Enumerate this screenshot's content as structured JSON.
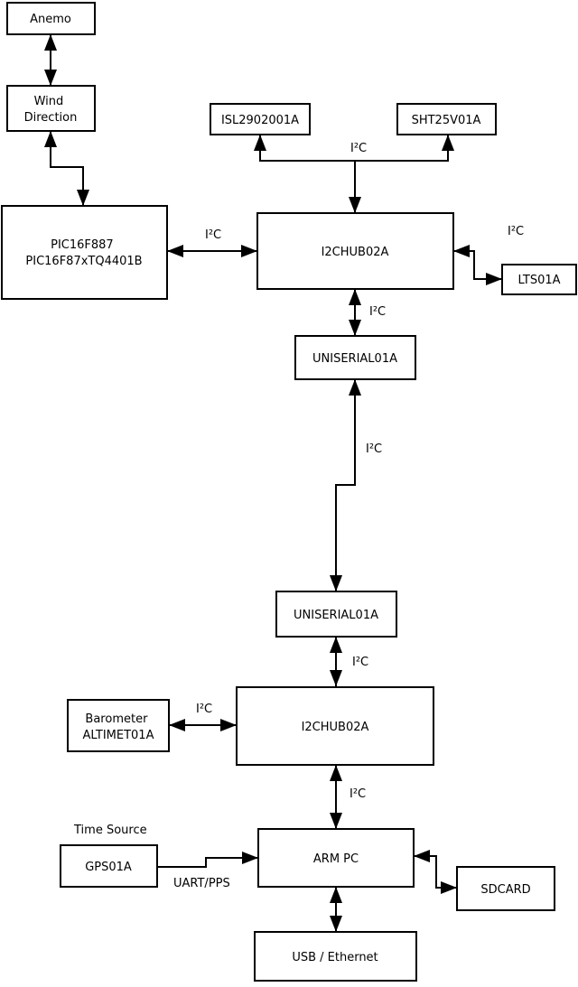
{
  "nodes": {
    "anemo": {
      "label": "Anemo"
    },
    "wind_direction": {
      "line1": "Wind",
      "line2": "Direction"
    },
    "pic": {
      "line1": "PIC16F887",
      "line2": "PIC16F87xTQ4401B"
    },
    "isl": {
      "label": "ISL2902001A"
    },
    "sht": {
      "label": "SHT25V01A"
    },
    "i2chub1": {
      "label": "I2CHUB02A"
    },
    "lts": {
      "label": "LTS01A"
    },
    "uniserial1": {
      "label": "UNISERIAL01A"
    },
    "uniserial2": {
      "label": "UNISERIAL01A"
    },
    "i2chub2": {
      "label": "I2CHUB02A"
    },
    "barometer": {
      "line1": "Barometer",
      "line2": "ALTIMET01A"
    },
    "gps": {
      "label": "GPS01A"
    },
    "armpc": {
      "label": "ARM PC"
    },
    "sdcard": {
      "label": "SDCARD"
    },
    "usb_ethernet": {
      "label": "USB / Ethernet"
    }
  },
  "edge_labels": {
    "sensors_i2c": "I²C",
    "pic_i2c": "I²C",
    "lts_i2c": "I²C",
    "hub1_serial_i2c": "I²C",
    "serial_serial_i2c": "I²C",
    "serial_hub2_i2c": "I²C",
    "barometer_i2c": "I²C",
    "hub2_arm_i2c": "I²C",
    "time_source": "Time Source",
    "uart_pps": "UART/PPS"
  },
  "colors": {
    "background": "#ffffff",
    "stroke": "#000000",
    "text": "#000000"
  }
}
